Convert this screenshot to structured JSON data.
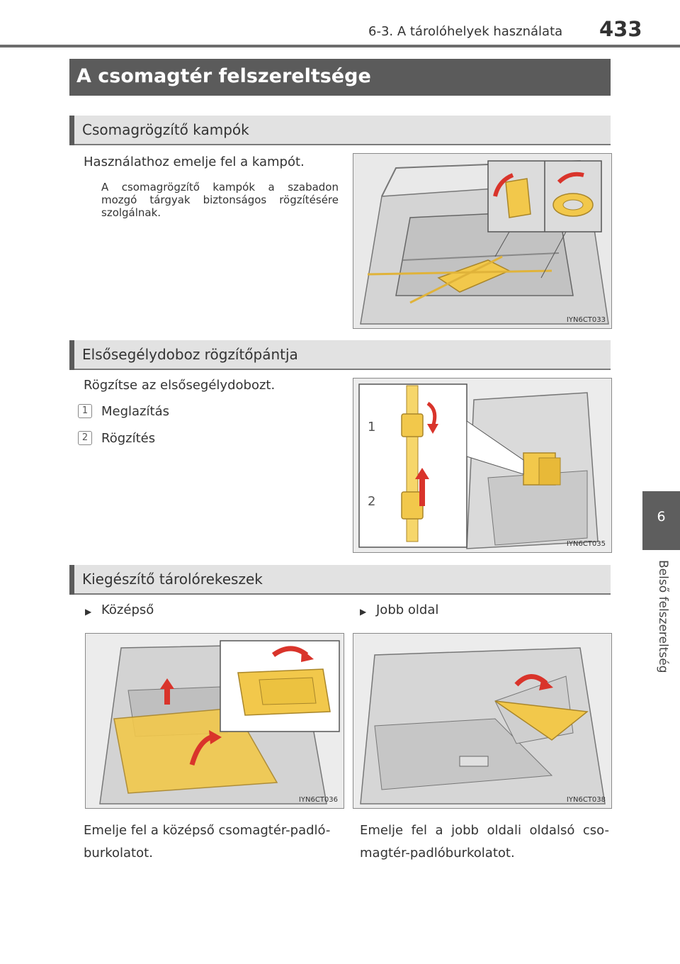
{
  "header": {
    "section": "6-3. A tárolóhelyek használata",
    "page_number": "433"
  },
  "side_tab": {
    "chapter_number": "6",
    "chapter_title": "Belső felszereltség"
  },
  "main_title": "A csomagtér felszereltsége",
  "sections": {
    "hooks": {
      "title": "Csomagrögzítő kampók",
      "instruction": "Használathoz emelje fel a kampót.",
      "note": "A csomagrögzítő kampók a szabadon mozgó tárgyak biztonságos rögzítésére szolgálnak.",
      "figure_code": "IYN6CT033"
    },
    "strap": {
      "title": "Elsősegélydoboz rögzítőpántja",
      "instruction": "Rögzítse az elsősegélydobozt.",
      "steps": [
        {
          "num": "1",
          "label": "Meglazítás"
        },
        {
          "num": "2",
          "label": "Rögzítés"
        }
      ],
      "figure_code": "IYN6CT035",
      "callouts": [
        "1",
        "2"
      ]
    },
    "compartments": {
      "title": "Kiegészítő tárolórekeszek",
      "left": {
        "heading": "Középső",
        "figure_code": "IYN6CT036",
        "caption": "Emelje fel a középső csomagtér-padló-burkolatot."
      },
      "right": {
        "heading": "Jobb oldal",
        "figure_code": "IYN6CT038",
        "caption": "Emelje fel a jobb oldali oldalsó cso-magtér-padlóburkolatot."
      }
    }
  },
  "colors": {
    "title_bar": "#5b5b5b",
    "section_bar": "#e2e2e2",
    "highlight_yellow": "#f2c84b",
    "arrow_red": "#d9342b"
  }
}
